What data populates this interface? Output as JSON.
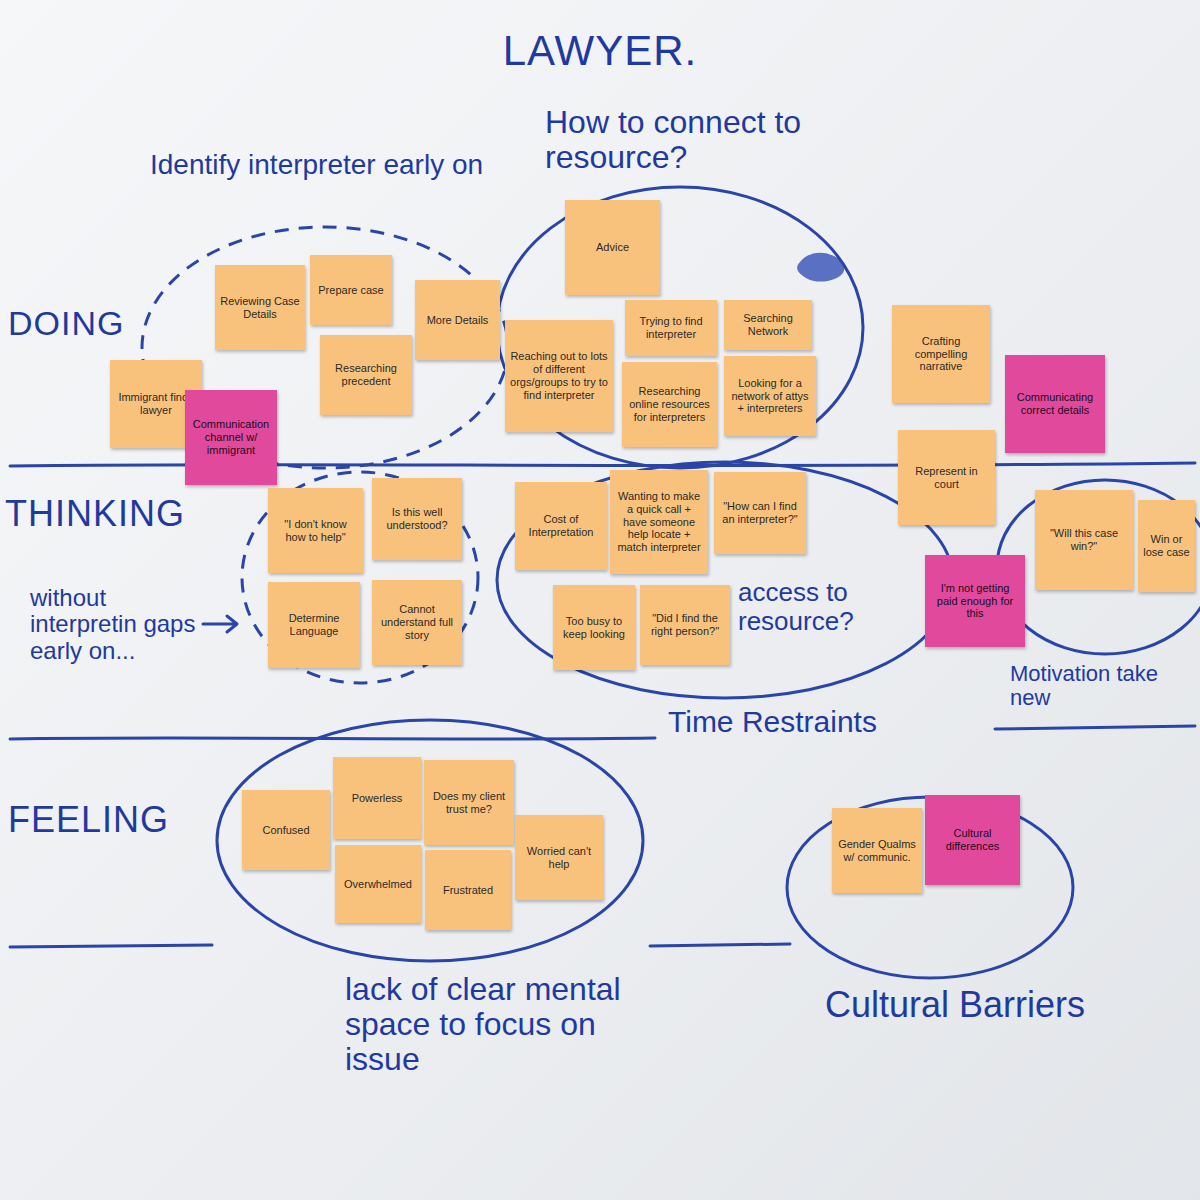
{
  "diagram": {
    "title": "LAWYER.",
    "nodes": [
      {
        "text": [
          "Identify interpreter early on"
        ]
      },
      {
        "text": [
          "Reviewing Case Details"
        ],
        "in": 0
      },
      {
        "text": [
          "Prepare case"
        ],
        "in": 0
      },
      {
        "text": [
          "More Details"
        ],
        "in": 0
      },
      {
        "text": [
          "Researching precedent"
        ],
        "in": 0
      },
      {
        "text": [
          "Immigrant finds lawyer"
        ]
      },
      {
        "text": [
          "Communication channel w/ immigrant"
        ]
      },
      {
        "text": [
          "How to connect to resource?"
        ]
      },
      {
        "text": [
          "Advice"
        ],
        "in": 7
      },
      {
        "text": [
          "Trying to find interpreter"
        ],
        "in": 7
      },
      {
        "text": [
          "Searching Network"
        ],
        "in": 7
      },
      {
        "text": [
          "Reaching out to lots of different orgs/groups to try to find interpreter"
        ],
        "in": 7
      },
      {
        "text": [
          "Researching online resources for interpreters"
        ],
        "in": 7
      },
      {
        "text": [
          "Looking for a network of attys + interpreters"
        ],
        "in": 7
      },
      {
        "text": [
          "Crafting compelling narrative"
        ]
      },
      {
        "text": [
          "Communicating correct details"
        ]
      },
      {
        "text": [
          "Represent in court"
        ]
      },
      {
        "text": [
          "without interpretin gaps early on..."
        ]
      },
      {
        "text": [
          "\"I don't know how to help\""
        ],
        "in": 17
      },
      {
        "text": [
          "Is this well understood?"
        ],
        "in": 17
      },
      {
        "text": [
          "Determine Language"
        ],
        "in": 17
      },
      {
        "text": [
          "Cannot understand full story"
        ],
        "in": 17
      },
      {
        "text": [
          "access to resource?",
          "Time Restraints"
        ]
      },
      {
        "text": [
          "Cost of Interpretation"
        ],
        "in": 22
      },
      {
        "text": [
          "Wanting to make a quick call + have someone help locate + match interpreter"
        ],
        "in": 22
      },
      {
        "text": [
          "\"How can I find an interpreter?\""
        ],
        "in": 22
      },
      {
        "text": [
          "Too busy to keep looking"
        ],
        "in": 22
      },
      {
        "text": [
          "\"Did I find the right person?\""
        ],
        "in": 22
      },
      {
        "text": [
          "I'm not getting paid enough for this"
        ]
      },
      {
        "text": [
          "Motivation take new"
        ]
      },
      {
        "text": [
          "\"Will this case win?\""
        ],
        "in": 29
      },
      {
        "text": [
          "Win or lose case"
        ],
        "in": 29
      },
      {
        "text": [
          "lack of clear mental space to focus on issue"
        ]
      },
      {
        "text": [
          "Confused"
        ],
        "in": 32
      },
      {
        "text": [
          "Powerless"
        ],
        "in": 32
      },
      {
        "text": [
          "Does my client trust me?"
        ],
        "in": 32
      },
      {
        "text": [
          "Overwhelmed"
        ],
        "in": 32
      },
      {
        "text": [
          "Frustrated"
        ],
        "in": 32
      },
      {
        "text": [
          "Worried can't help"
        ],
        "in": 32
      },
      {
        "text": [
          "Cultural Barriers"
        ]
      },
      {
        "text": [
          "Gender Qualms w/ communic."
        ],
        "in": 39
      },
      {
        "text": [
          "Cultural differences"
        ],
        "in": 39
      }
    ],
    "labels": [
      "DOING",
      "THINKING",
      "FEELING"
    ]
  }
}
